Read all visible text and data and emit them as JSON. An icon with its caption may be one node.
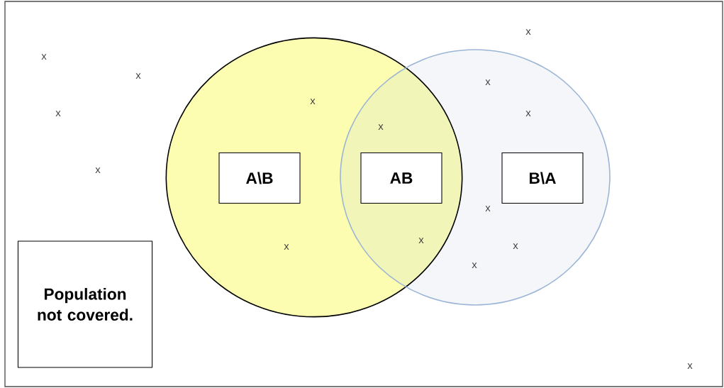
{
  "diagram": {
    "nodes": [
      {
        "text": [],
        "shape": "circle"
      },
      {
        "text": [],
        "shape": "circle"
      },
      {
        "text": [
          "A\\B"
        ],
        "in": 0
      },
      {
        "text": [
          "AB"
        ]
      },
      {
        "text": [
          "B\\A"
        ],
        "in": 1
      },
      {
        "text": [
          "Population not covered."
        ]
      }
    ],
    "edges": [],
    "labels": [
      "x",
      "x",
      "x",
      "x",
      "x",
      "x",
      "x",
      "x",
      "x",
      "x",
      "x",
      "x",
      "x",
      "x",
      "x"
    ]
  }
}
